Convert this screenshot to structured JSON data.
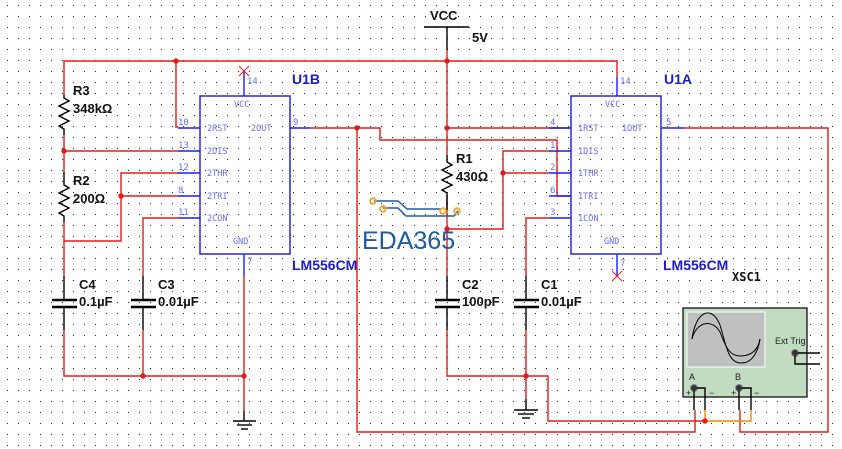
{
  "power": {
    "label": "VCC",
    "value": "5V"
  },
  "chips": [
    {
      "ref": "U1B",
      "part": "LM556CM",
      "pins_left": [
        {
          "num": "10",
          "name": "2RST"
        },
        {
          "num": "13",
          "name": "2DIS"
        },
        {
          "num": "12",
          "name": "2THR"
        },
        {
          "num": "8",
          "name": "2TRI"
        },
        {
          "num": "11",
          "name": "2CON"
        }
      ],
      "pin_right": {
        "num": "9",
        "name": "2OUT"
      },
      "pin_top": {
        "num": "14",
        "name": "VCC"
      },
      "pin_bottom": {
        "num": "7",
        "name": "GND"
      }
    },
    {
      "ref": "U1A",
      "part": "LM556CM",
      "pins_left": [
        {
          "num": "4",
          "name": "1RST"
        },
        {
          "num": "1",
          "name": "1DIS"
        },
        {
          "num": "2",
          "name": "1THR"
        },
        {
          "num": "6",
          "name": "1TRI"
        },
        {
          "num": "3",
          "name": "1CON"
        }
      ],
      "pin_right": {
        "num": "5",
        "name": "1OUT"
      },
      "pin_top": {
        "num": "14",
        "name": "VCC"
      },
      "pin_bottom": {
        "num": "7",
        "name": "GND"
      }
    }
  ],
  "resistors": [
    {
      "ref": "R3",
      "value": "348kΩ"
    },
    {
      "ref": "R2",
      "value": "200Ω"
    },
    {
      "ref": "R1",
      "value": "430Ω"
    }
  ],
  "capacitors": [
    {
      "ref": "C4",
      "value": "0.1µF"
    },
    {
      "ref": "C3",
      "value": "0.01µF"
    },
    {
      "ref": "C2",
      "value": "100pF"
    },
    {
      "ref": "C1",
      "value": "0.01µF"
    }
  ],
  "oscilloscope": {
    "ref": "XSC1",
    "ext_trig": "Ext Trig",
    "channel_a": "A",
    "channel_b": "B",
    "plus": "+",
    "minus": "−"
  },
  "watermark": {
    "text": "EDA365"
  },
  "colors": {
    "wire": "#e31b1b",
    "chip": "#1a1acc",
    "scope_body": "#c2dcc2",
    "scope_screen": "#c0c0c0",
    "logo": "#1d5aa6",
    "logo_pad": "#f0a830"
  }
}
